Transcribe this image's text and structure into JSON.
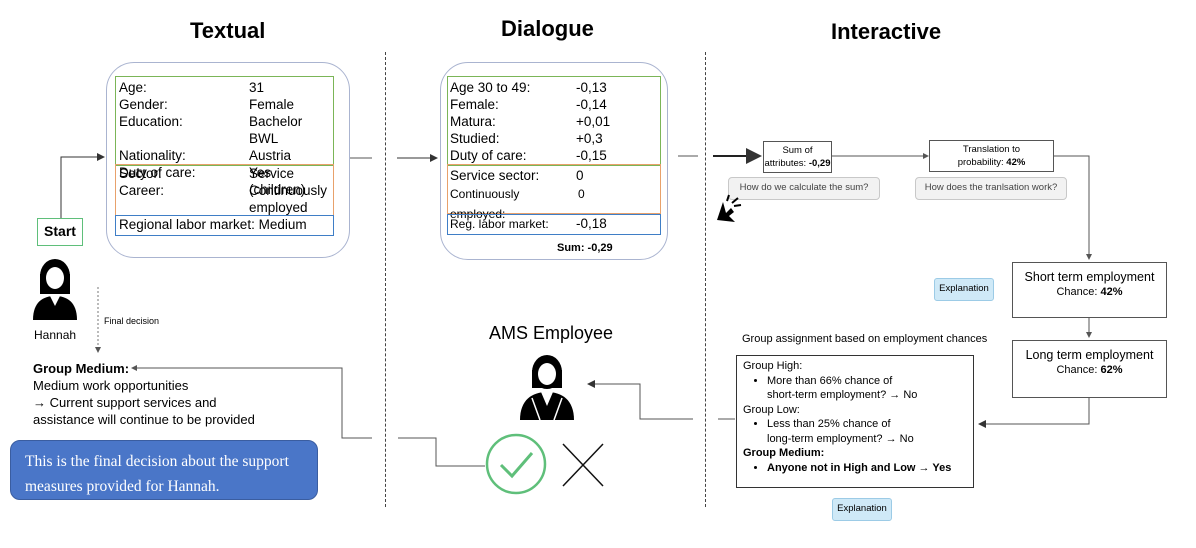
{
  "headers": {
    "textual": "Textual",
    "dialogue": "Dialogue",
    "interactive": "Interactive"
  },
  "textual": {
    "attributes": [
      {
        "label": "Age:",
        "value": "31"
      },
      {
        "label": "Gender:",
        "value": "Female"
      },
      {
        "label": "Education:",
        "value": "Bachelor BWL"
      },
      {
        "label": "Nationality:",
        "value": "Austria"
      },
      {
        "label": "Duty of care:",
        "value": "Yes (children)"
      }
    ],
    "sector": {
      "label": "Sector:",
      "value": "Service"
    },
    "career": {
      "label": "Career:",
      "value_line1": "Continuously",
      "value_line2": "employed"
    },
    "regional": "Regional labor market: Medium",
    "start_label": "Start",
    "person_name": "Hannah",
    "final_decision_label": "Final decision",
    "group_title": "Group Medium:",
    "group_line1": "Medium work opportunities",
    "group_line2": "→ Current support services and",
    "group_line3": "assistance will continue to be provided",
    "bubble_line1": "This is the final decision about the support",
    "bubble_line2": "measures provided for Hannah."
  },
  "dialogue": {
    "attributes": [
      {
        "label": "Age  30 to 49:",
        "value": "-0,13"
      },
      {
        "label": "Female:",
        "value": "-0,14"
      },
      {
        "label": "Matura:",
        "value": "+0,01"
      },
      {
        "label": "Studied:",
        "value": "+0,3"
      },
      {
        "label": "Duty of care:",
        "value": "-0,15"
      }
    ],
    "service": {
      "label": "Service sector:",
      "value": "0"
    },
    "continuous": {
      "label": "Continuously employed:",
      "value": "0"
    },
    "labor": {
      "label": "Reg. labor market:",
      "value": "-0,18"
    },
    "sum": "Sum: -0,29",
    "employee_label": "AMS Employee"
  },
  "interactive": {
    "sum_box_line1": "Sum of",
    "sum_box_line2": "attributes: ",
    "sum_box_value": "-0,29",
    "translation_line1": "Translation to",
    "translation_line2": "probability: ",
    "translation_value": "42%",
    "sum_question": "How do we calculate the sum?",
    "translation_question": "How does the tranlsation work?",
    "explanation1": "Explanation",
    "short_term_title": "Short term employment",
    "short_term_chance": "Chance: ",
    "short_term_value": "42%",
    "long_term_title": "Long term employment",
    "long_term_chance": "Chance: ",
    "long_term_value": "62%",
    "group_assignment_title": "Group assignment based on employment chances",
    "group_high": "Group High:",
    "high_bullet_line1": "More than 66% chance of",
    "high_bullet_line2": "short-term employment? → No",
    "group_low": "Group Low:",
    "low_bullet_line1": "Less than 25% chance of",
    "low_bullet_line2": "long-term employment? → No",
    "group_medium": "Group Medium:",
    "medium_bullet": "Anyone not in High and Low → Yes",
    "explanation2": "Explanation"
  },
  "colors": {
    "green": "#7bb557",
    "orange": "#e8a16b",
    "blue": "#3f7ec6",
    "check": "#5fbf7a",
    "bubble": "#4a76c8",
    "explain": "#cfe9f7"
  }
}
